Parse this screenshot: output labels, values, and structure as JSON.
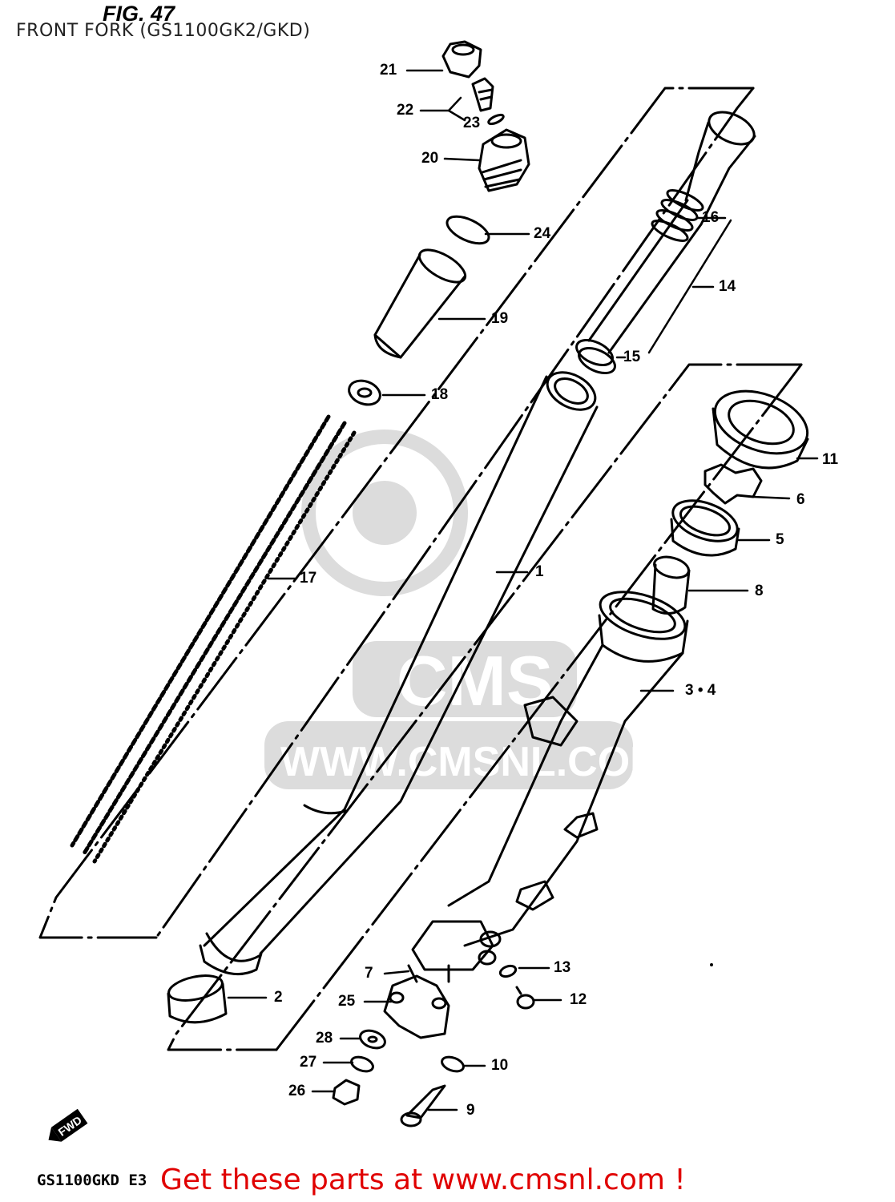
{
  "header": {
    "figure": "FIG. 47",
    "title": "FRONT FORK (GS1100GK2/GKD)"
  },
  "footer": {
    "model_code": "GS1100GKD  E3",
    "promo": "Get these parts at www.cmsnl.com !"
  },
  "watermark": {
    "brand": "CMS",
    "url": "WWW.CMSNL.COM"
  },
  "arrow_label": "FWD",
  "labels": {
    "p1": "1",
    "p2": "2",
    "p34": "3 • 4",
    "p5": "5",
    "p6": "6",
    "p7": "7",
    "p8": "8",
    "p9": "9",
    "p10": "10",
    "p11": "11",
    "p12": "12",
    "p13": "13",
    "p14": "14",
    "p15": "15",
    "p16": "16",
    "p17": "17",
    "p18": "18",
    "p19": "19",
    "p20": "20",
    "p21": "21",
    "p22": "22",
    "p23": "23",
    "p24": "24",
    "p25": "25",
    "p26": "26",
    "p27": "27",
    "p28": "28"
  },
  "colors": {
    "promo": "#e00000",
    "line": "#000000",
    "watermark": "#d9d9d9"
  }
}
